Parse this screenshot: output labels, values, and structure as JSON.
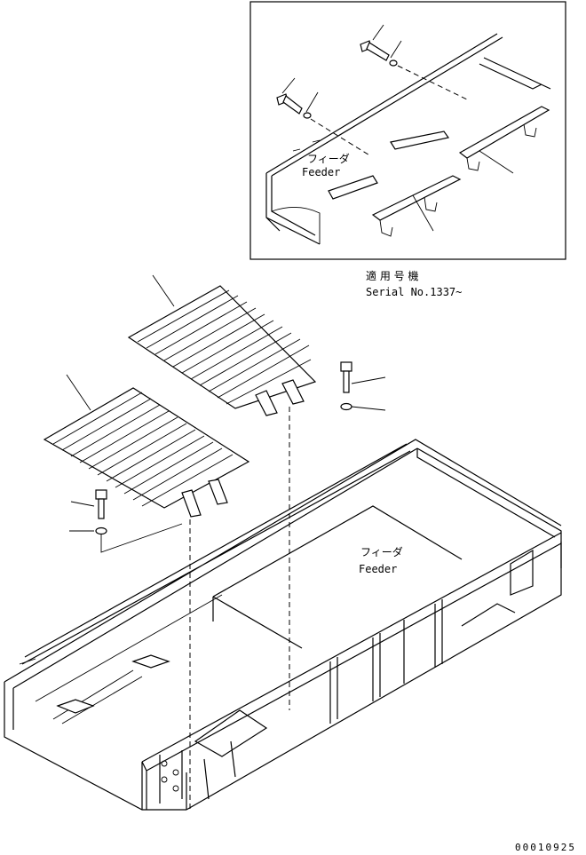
{
  "inset": {
    "feeder_jp": "フィーダ",
    "feeder_en": "Feeder"
  },
  "serial": {
    "heading_jp": "適 用 号 機",
    "text": "Serial No.1337~"
  },
  "main": {
    "feeder_jp": "フィーダ",
    "feeder_en": "Feeder"
  },
  "drawing_number": "00010925"
}
